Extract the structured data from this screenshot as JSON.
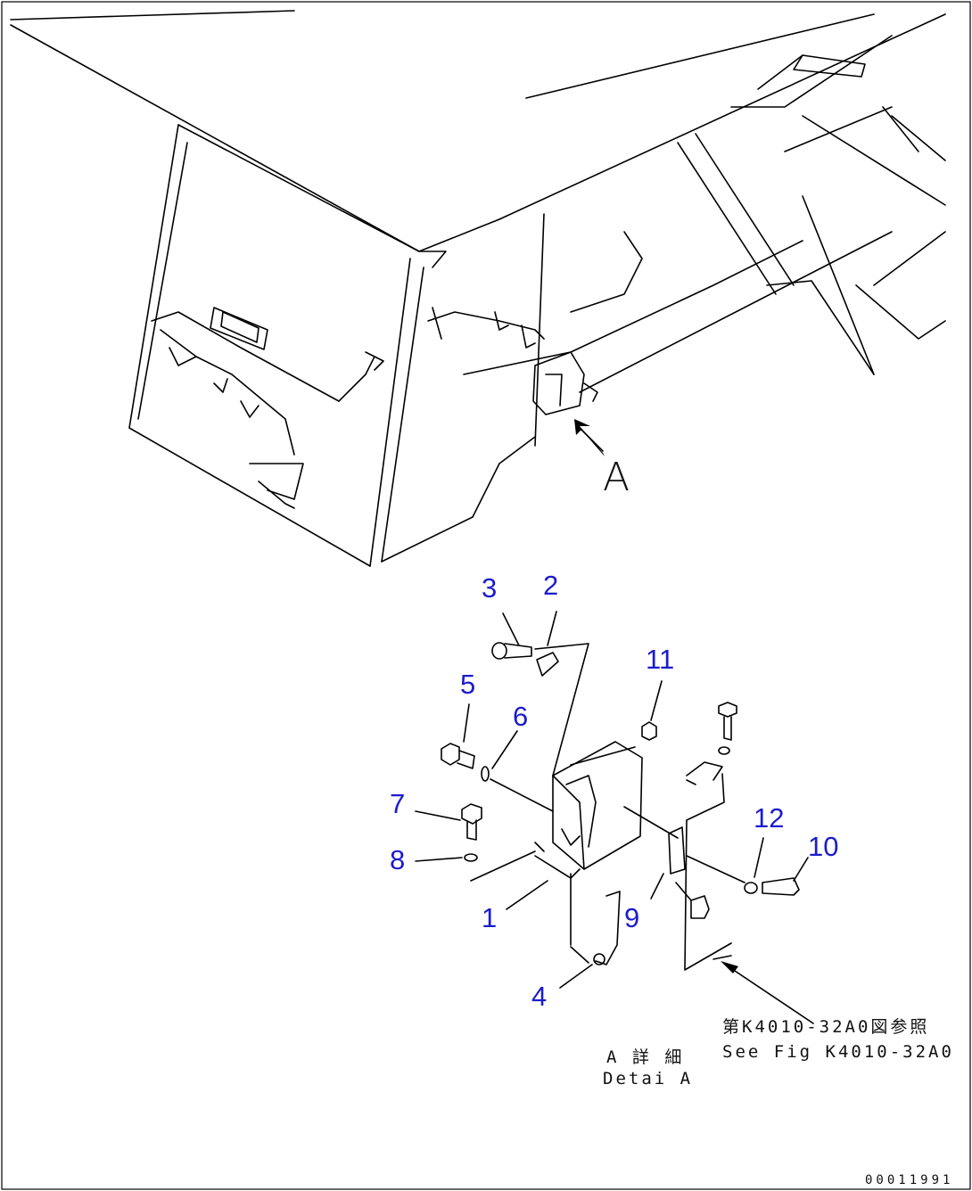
{
  "view_label": "A",
  "callouts": [
    {
      "id": "1",
      "label": "1"
    },
    {
      "id": "2",
      "label": "2"
    },
    {
      "id": "3",
      "label": "3"
    },
    {
      "id": "4",
      "label": "4"
    },
    {
      "id": "5",
      "label": "5"
    },
    {
      "id": "6",
      "label": "6"
    },
    {
      "id": "7",
      "label": "7"
    },
    {
      "id": "8",
      "label": "8"
    },
    {
      "id": "9",
      "label": "9"
    },
    {
      "id": "10",
      "label": "10"
    },
    {
      "id": "11",
      "label": "11"
    },
    {
      "id": "12",
      "label": "12"
    }
  ],
  "detail_caption": {
    "line1": "A 詳 細",
    "line2": "Detai A"
  },
  "reference": {
    "line1": "第K4010-32A0図参照",
    "line2": "See Fig K4010-32A0"
  },
  "drawing_code": "00011991",
  "colors": {
    "callout": "#1c1ccc",
    "line": "#000000"
  }
}
